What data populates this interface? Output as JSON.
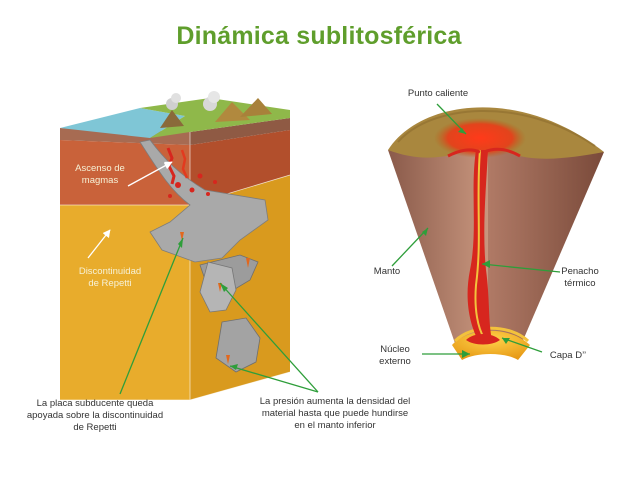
{
  "title": "Dinámica sublitosférica",
  "labels": {
    "ascenso_magmas": [
      "Ascenso de",
      "magmas"
    ],
    "discontinuidad": [
      "Discontinuidad",
      "de Repetti"
    ],
    "placa_subducente": [
      "La placa subducente queda",
      "apoyada sobre la discontinuidad",
      "de Repetti"
    ],
    "presion": [
      "La presión aumenta la densidad del",
      "material hasta que puede hundirse",
      "en el manto inferior"
    ],
    "punto_caliente": [
      "Punto caliente"
    ],
    "manto": [
      "Manto"
    ],
    "penacho": [
      "Penacho",
      "térmico"
    ],
    "nucleo": [
      "Núcleo",
      "externo"
    ],
    "capa_d": [
      "Capa D’’"
    ]
  },
  "colors": {
    "title": "#5f9e2c",
    "arrow": "#2e9e3a",
    "upper_mantle": "#c9623a",
    "lower_mantle": "#eab131",
    "ocean": "#7fc6d6",
    "land": "#8fb84a",
    "slab": "#a9a9a9",
    "magma": "#d7261e",
    "core": "#f0b52b"
  }
}
